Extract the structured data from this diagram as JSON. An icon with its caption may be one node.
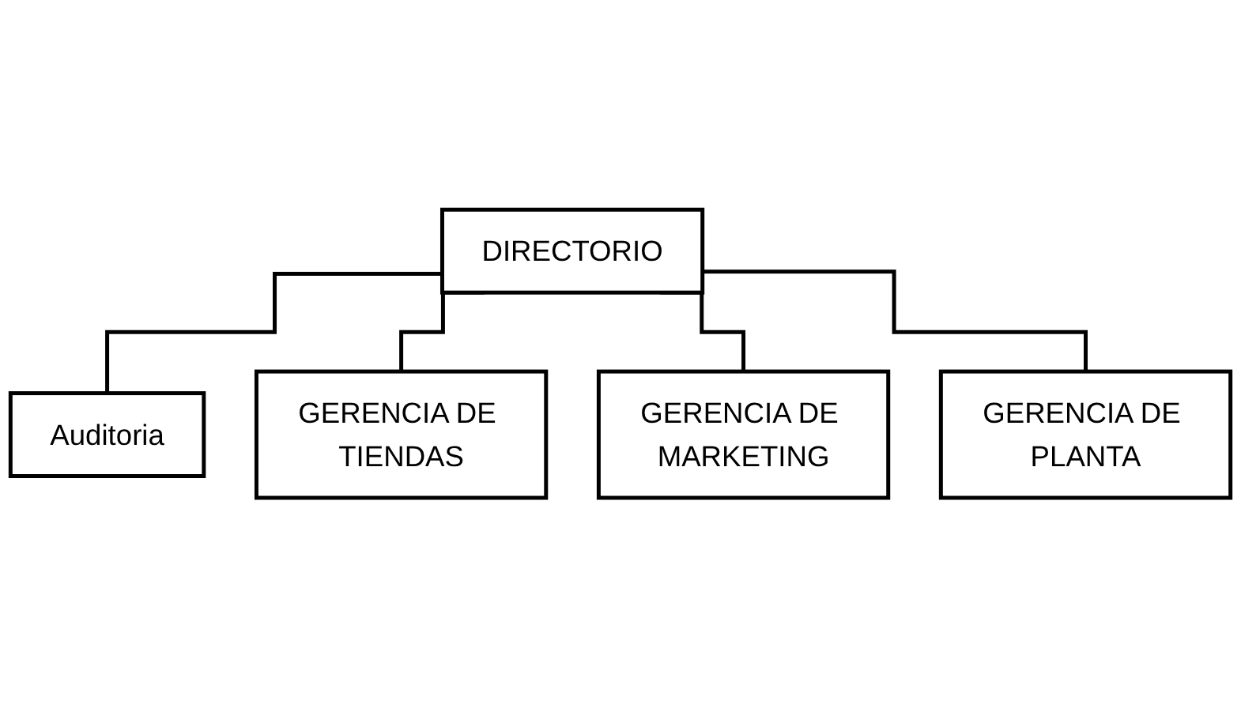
{
  "diagram": {
    "nodes": [
      {
        "text": [
          "DIRECTORIO"
        ]
      },
      {
        "text": [
          "Auditoria"
        ]
      },
      {
        "text": [
          "GERENCIA DE TIENDAS"
        ]
      },
      {
        "text": [
          "GERENCIA DE MARKETING"
        ]
      },
      {
        "text": [
          "GERENCIA DE PLANTA"
        ]
      }
    ],
    "edges": [
      {
        "from": 0,
        "to": 1,
        "arrow": "none"
      },
      {
        "from": 0,
        "to": 2,
        "arrow": "none"
      },
      {
        "from": 0,
        "to": 3,
        "arrow": "none"
      },
      {
        "from": 0,
        "to": 4,
        "arrow": "none"
      }
    ]
  }
}
